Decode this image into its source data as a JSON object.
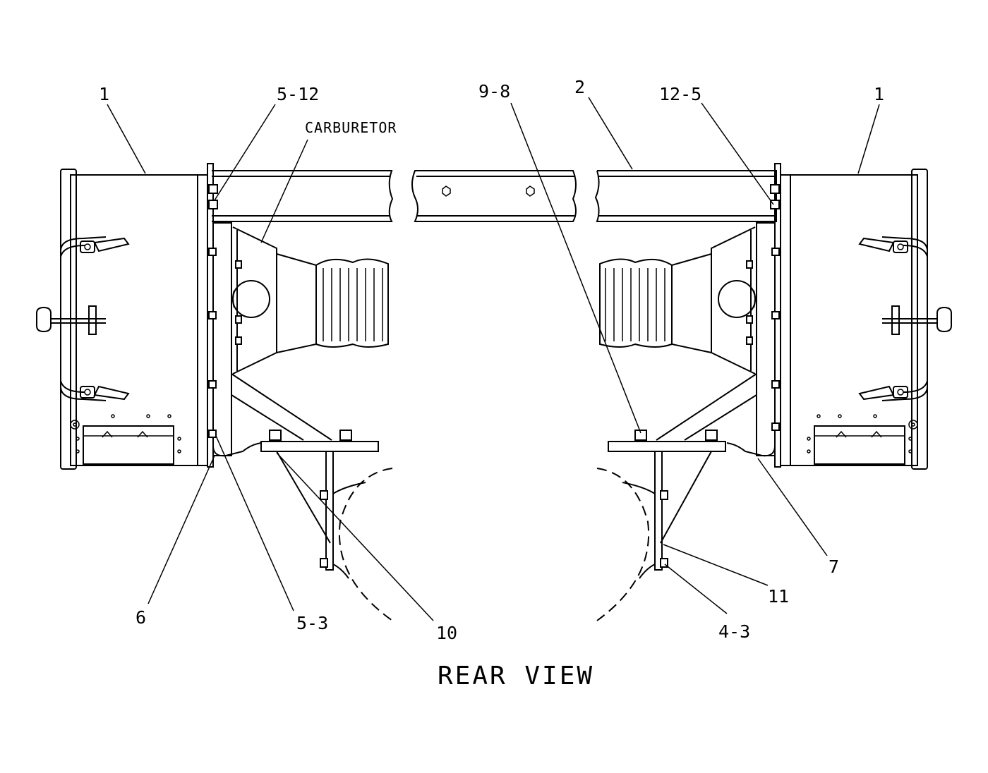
{
  "diagram": {
    "title": "REAR VIEW",
    "component_note": "CARBURETOR",
    "callouts": {
      "left_box": "1",
      "left_top_bolt": "5-12",
      "top_bolt_center": "9-8",
      "frame_bar": "2",
      "right_top_bolt": "12-5",
      "right_box": "1",
      "left_strap": "6",
      "left_lower_bolt": "5-3",
      "left_brace": "10",
      "right_lower_bolt": "4-3",
      "right_brace": "11",
      "right_strap": "7"
    }
  }
}
